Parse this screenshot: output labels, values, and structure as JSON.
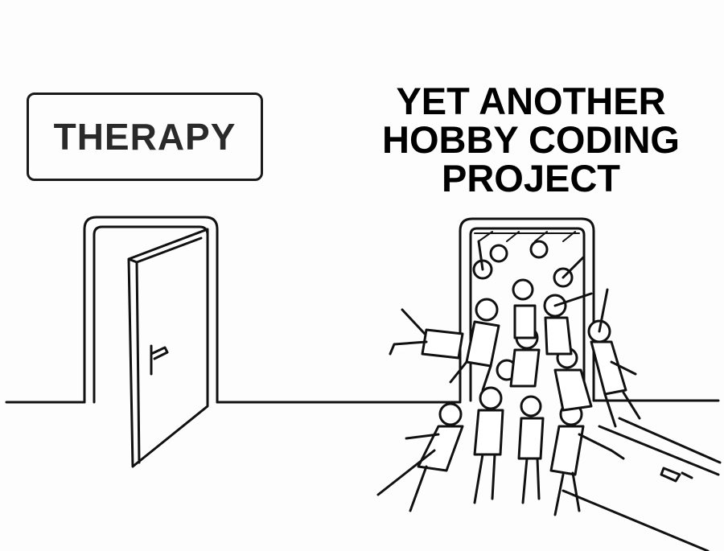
{
  "left_panel": {
    "sign_label": "THERAPY"
  },
  "right_panel": {
    "caption_lines": [
      "YET ANOTHER",
      "HOBBY CODING",
      "PROJECT"
    ]
  }
}
